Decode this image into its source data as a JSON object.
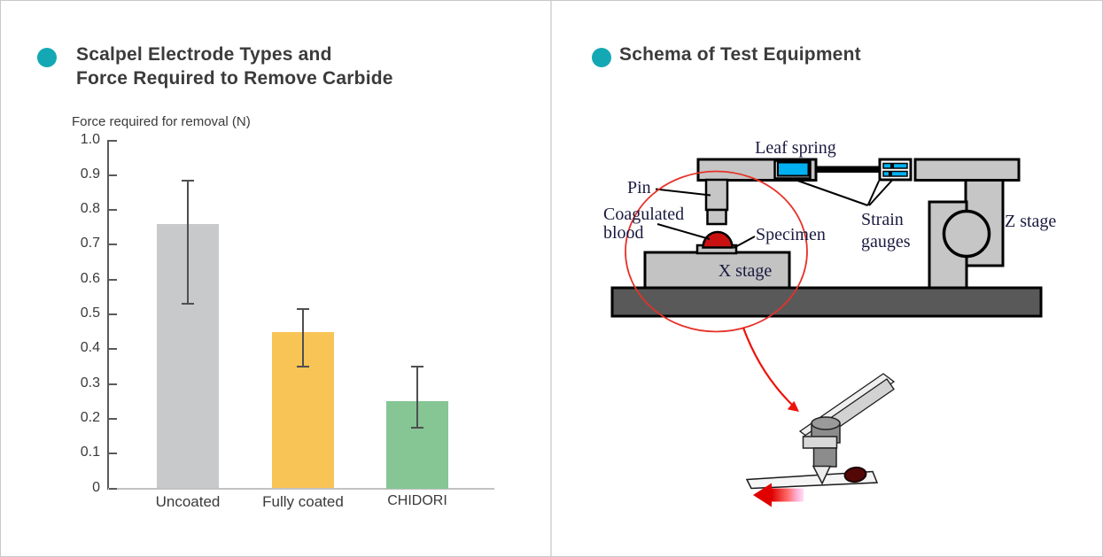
{
  "page": {
    "background": "#ffffff",
    "border_color": "#c9c9c9",
    "divider_color": "#dcdcdc",
    "accent_teal": "#13a8b4"
  },
  "left_panel": {
    "bullet_color": "#13a8b4",
    "title_line1": "Scalpel Electrode Types and",
    "title_line2": "Force Required to Remove Carbide",
    "chart_data": {
      "type": "bar",
      "categories": [
        "Uncoated",
        "Fully coated",
        "CHIDORI"
      ],
      "values": [
        0.76,
        0.45,
        0.25
      ],
      "error_bars": {
        "upper": [
          0.885,
          0.515,
          0.35
        ],
        "lower": [
          0.53,
          0.35,
          0.175
        ]
      },
      "bar_colors": [
        "#c8c9cb",
        "#f8c455",
        "#85c694"
      ],
      "error_bar_color": "#4f4f4f",
      "title": "",
      "xlabel": "",
      "ylabel": "Force required for removal (N)",
      "ylim": [
        0,
        1.0
      ],
      "ytick_step": 0.1,
      "ytick_labels": [
        "0",
        "0.1",
        "0.2",
        "0.3",
        "0.4",
        "0.5",
        "0.6",
        "0.7",
        "0.8",
        "0.9",
        "1.0"
      ],
      "grid": false,
      "legend": "none"
    }
  },
  "right_panel": {
    "bullet_color": "#13a8b4",
    "title": "Schema of Test Equipment",
    "diagram": {
      "labels": {
        "leaf_spring": "Leaf spring",
        "pin": "Pin",
        "coagulated_line1": "Coagulated",
        "coagulated_line2": "blood",
        "specimen": "Specimen",
        "strain_line1": "Strain",
        "strain_line2": "gauges",
        "x_stage": "X stage",
        "z_stage": "Z stage"
      },
      "colors": {
        "machine_gray": "#c6c6c6",
        "base_gray": "#595959",
        "gauge_cyan": "#00b0f0",
        "blood_red": "#c91111",
        "annotation_red": "#e63229",
        "arrow_red": "#ee1208",
        "blob_dark": "#530707",
        "label_navy": "#1a1a40"
      }
    }
  }
}
